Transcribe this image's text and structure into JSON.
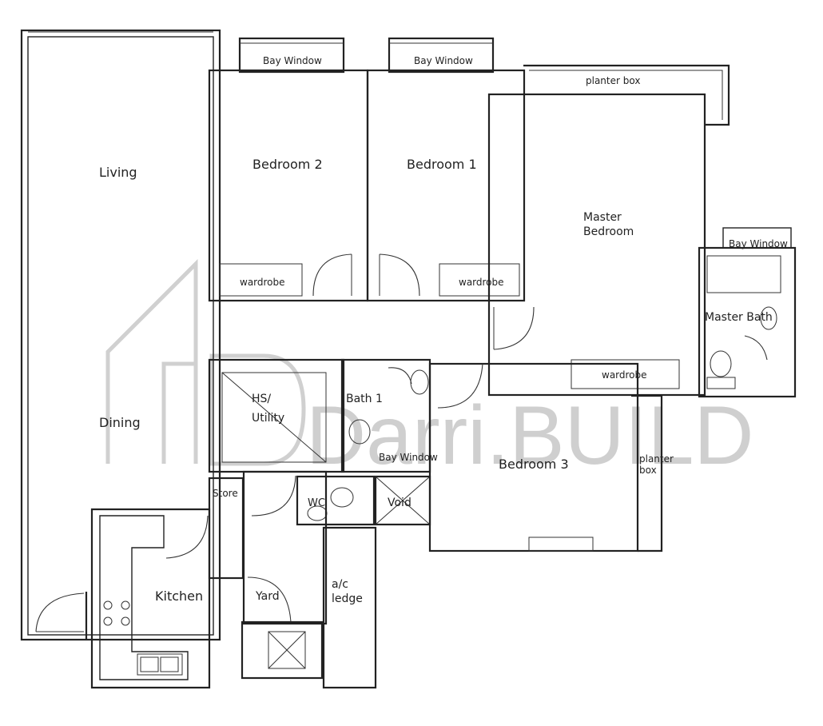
{
  "rooms": {
    "living": "Living",
    "dining": "Dining",
    "bedroom2": "Bedroom 2",
    "bedroom1": "Bedroom 1",
    "master_bedroom_line1": "Master",
    "master_bedroom_line2": "Bedroom",
    "bedroom3": "Bedroom 3",
    "hs_utility_line1": "HS/",
    "hs_utility_line2": "Utility",
    "bath1": "Bath 1",
    "master_bath": "Master Bath",
    "kitchen": "Kitchen",
    "yard": "Yard",
    "store": "Store",
    "wc": "WC",
    "void": "Void",
    "ac_ledge_line1": "a/c",
    "ac_ledge_line2": "ledge"
  },
  "fixtures": {
    "bay_window": "Bay Window",
    "planter_box": "planter box",
    "planter_line1": "planter",
    "planter_line2": "box",
    "wardrobe": "wardrobe"
  },
  "watermark": {
    "brand": "Darri.BUILD",
    "color": "#cfcfcf"
  },
  "colors": {
    "wall": "#222222",
    "background": "#ffffff"
  }
}
